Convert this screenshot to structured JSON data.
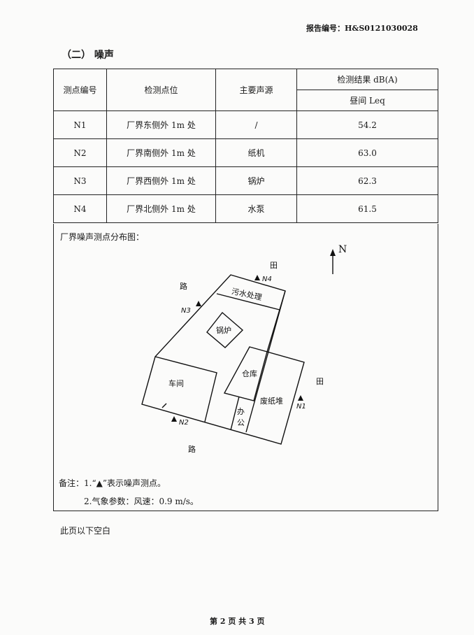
{
  "header": {
    "report_number": "报告编号：H&S0121030028"
  },
  "section_title": "（二）  噪声",
  "table": {
    "headers": {
      "point_id": "测点编号",
      "location": "检测点位",
      "source": "主要声源",
      "result": "检测结果   dB(A)",
      "result_sub": "昼间  Leq"
    },
    "rows": [
      {
        "id": "N1",
        "location": "厂界东侧外 1m 处",
        "source": "/",
        "value": "54.2"
      },
      {
        "id": "N2",
        "location": "厂界南侧外 1m 处",
        "source": "纸机",
        "value": "63.0"
      },
      {
        "id": "N3",
        "location": "厂界西侧外 1m 处",
        "source": "锅炉",
        "value": "62.3"
      },
      {
        "id": "N4",
        "location": "厂界北侧外 1m 处",
        "source": "水泵",
        "value": "61.5"
      }
    ]
  },
  "map": {
    "title": "厂界噪声测点分布图：",
    "north": "N",
    "labels": {
      "sewage": "污水处理",
      "boiler": "锅炉",
      "workshop": "车间",
      "warehouse": "仓库",
      "office1": "办",
      "office2": "公",
      "wastepaper": "废纸堆",
      "field_n": "田",
      "field_e": "田",
      "road_w": "路",
      "road_s": "路"
    },
    "points": {
      "n1": "N1",
      "n2": "N2",
      "n3": "N3",
      "n4": "N4"
    }
  },
  "notes": {
    "note1": "备注：1.“▲”表示噪声测点。",
    "note2": "2.气象参数：风速：0.9 m/s。"
  },
  "blank_note": "此页以下空白",
  "footer": "第 2 页    共 3 页"
}
